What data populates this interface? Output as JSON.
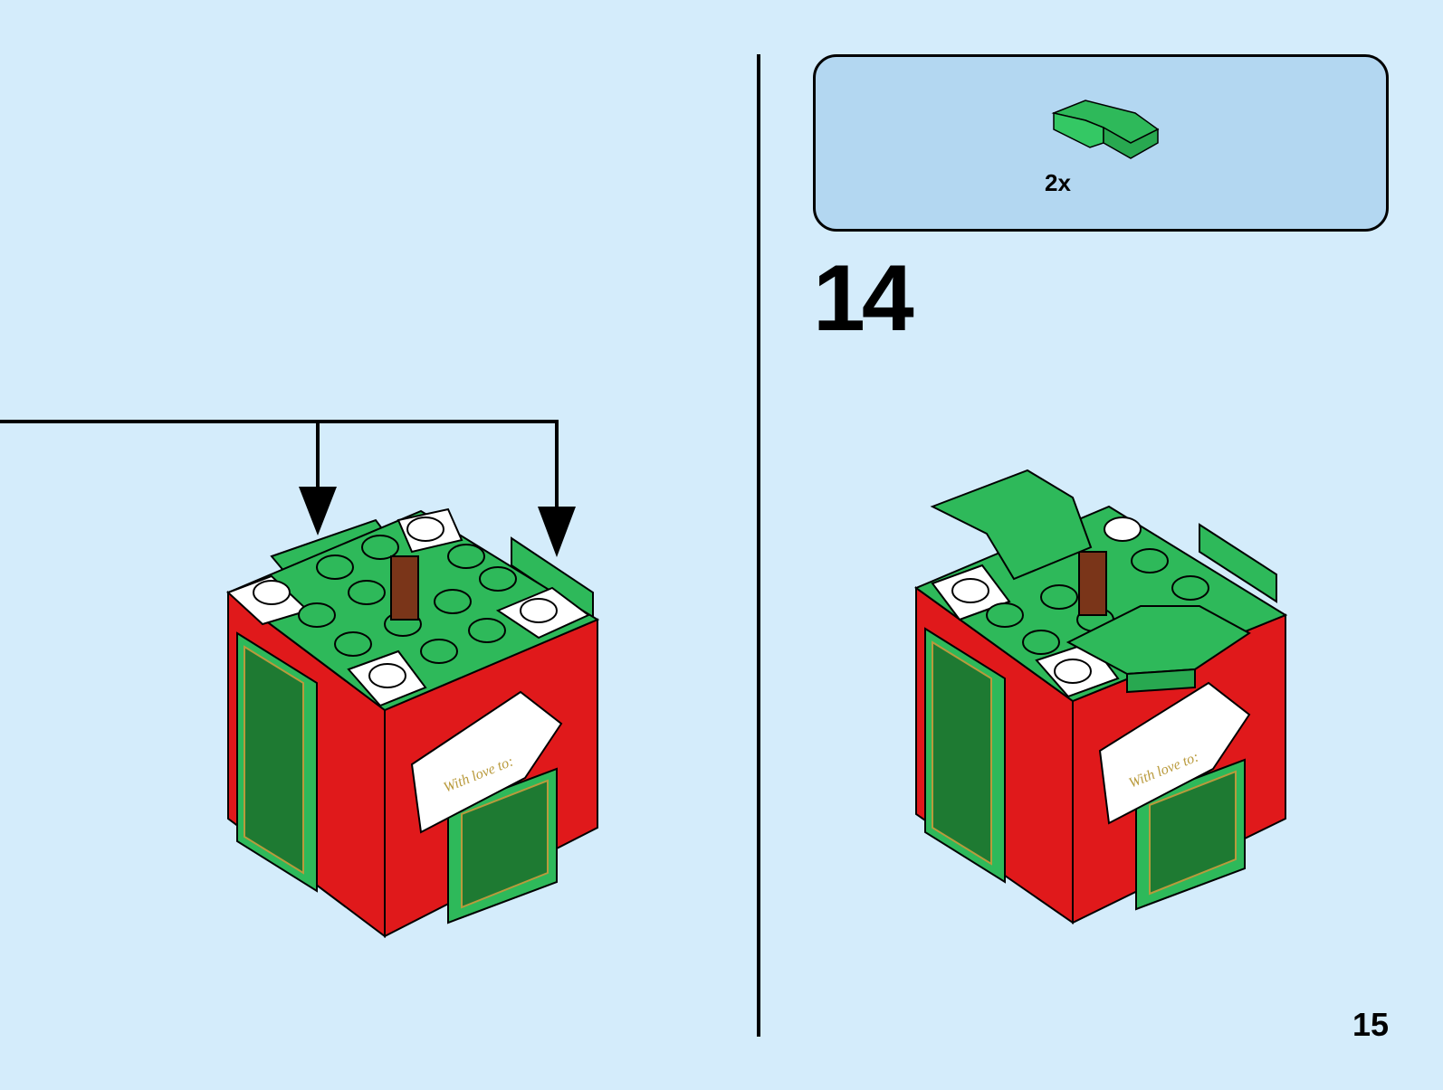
{
  "parts_callout": {
    "count": "2x",
    "part_icon": "green-curved-slope-brick-icon"
  },
  "step": {
    "number": "14"
  },
  "page": {
    "number": "15"
  },
  "colors": {
    "background": "#d4ecfb",
    "callout_background": "#b3d7f1",
    "brick_red": "#e0191b",
    "brick_green": "#2eb95a",
    "brick_white": "#ffffff",
    "brick_brown": "#7a3519",
    "tile_dark_green": "#1e7a32",
    "gold": "#b99a3c"
  },
  "tags": [
    {
      "text": "With love to:"
    },
    {
      "text": "With love to:"
    }
  ]
}
